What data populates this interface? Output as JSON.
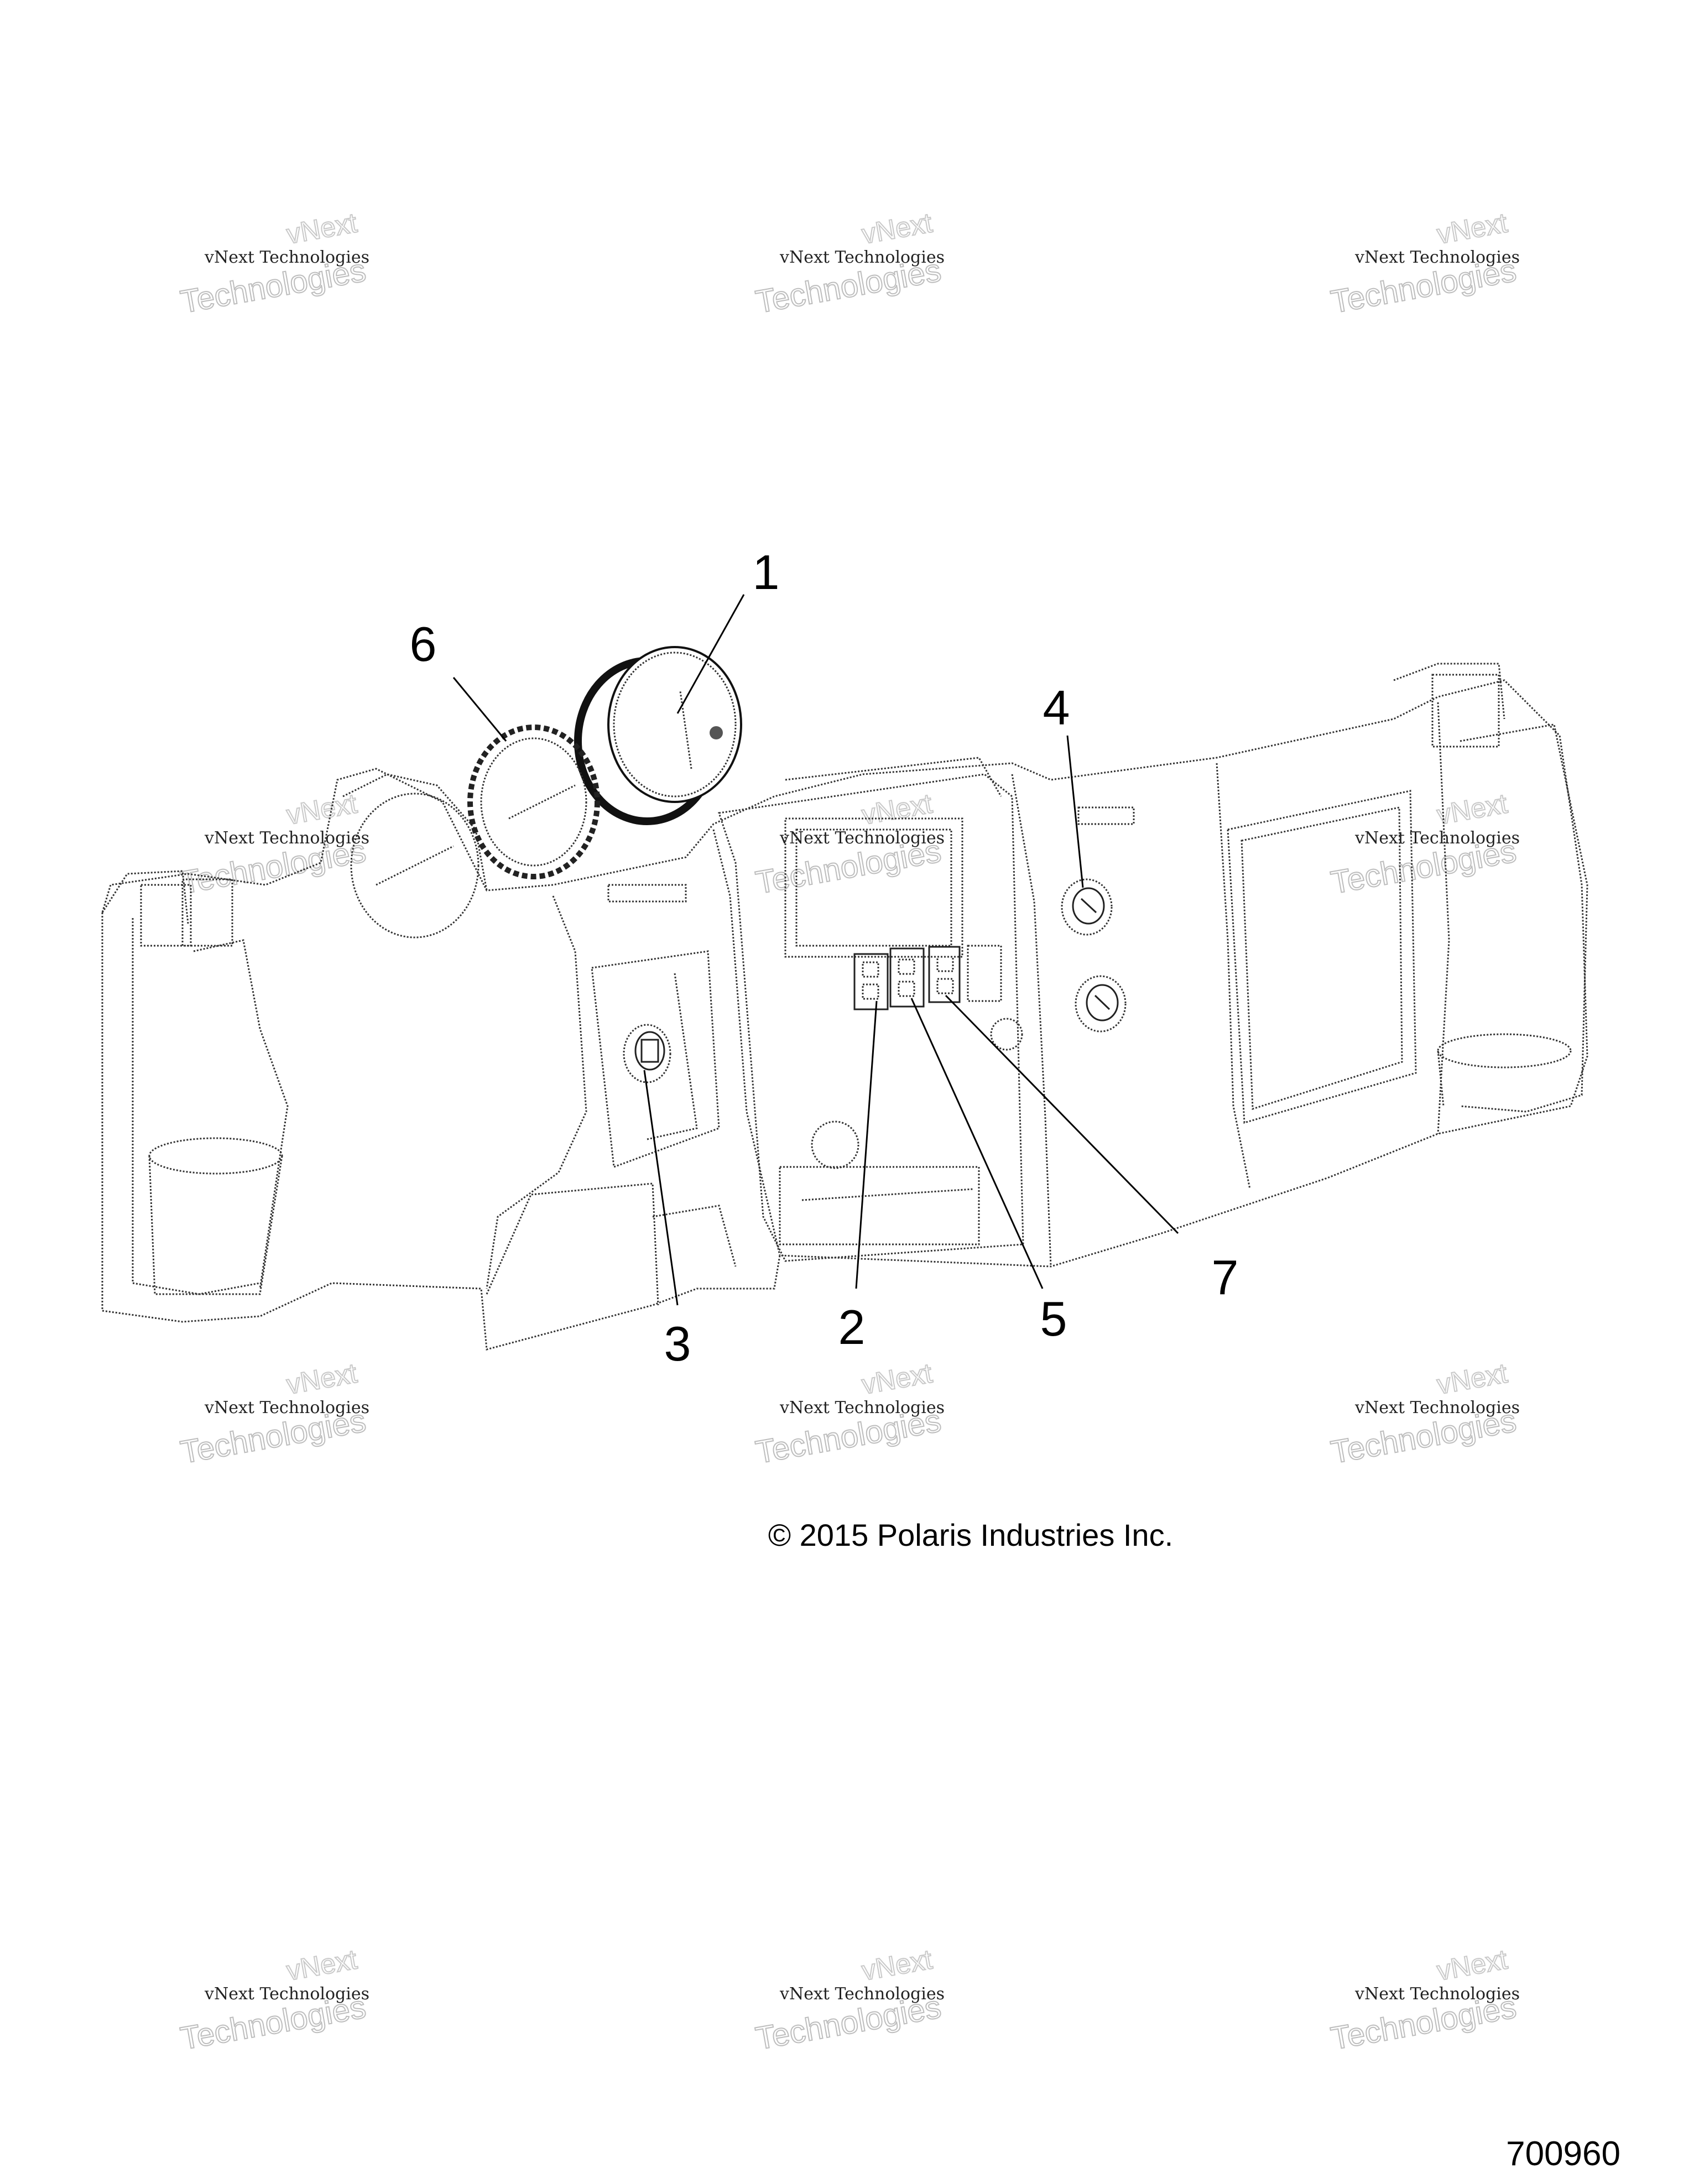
{
  "callouts": {
    "c1": "1",
    "c2": "2",
    "c3": "3",
    "c4": "4",
    "c5": "5",
    "c6": "6",
    "c7": "7"
  },
  "watermark": {
    "line0": "vNext",
    "line1": "vNext Technologies",
    "line2": "Technologies"
  },
  "copyright": "© 2015 Polaris Industries Inc.",
  "figure_id": "700960"
}
